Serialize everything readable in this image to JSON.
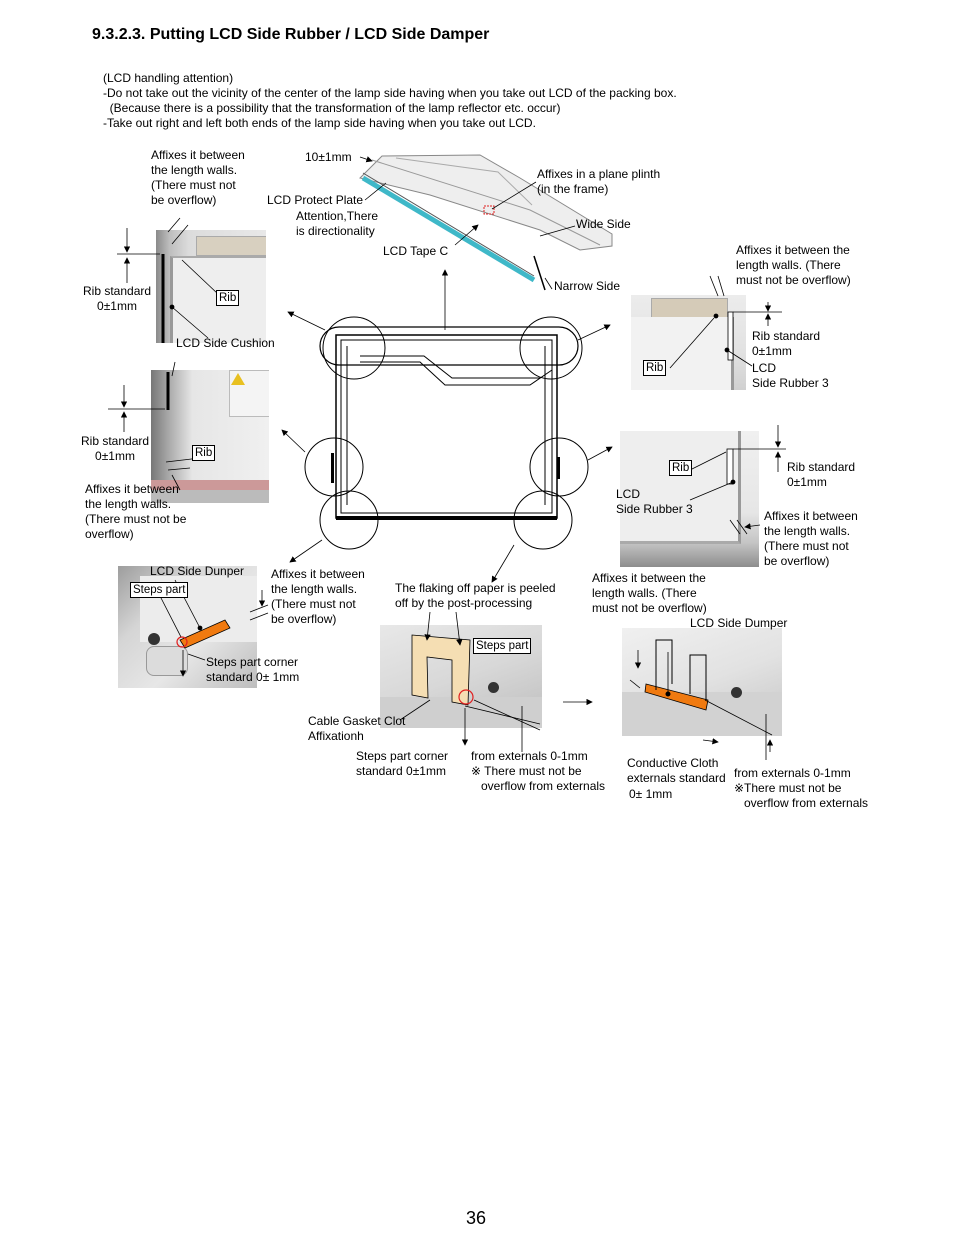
{
  "heading": "9.3.2.3. Putting LCD Side Rubber / LCD Side Damper",
  "notes": [
    "(LCD handling attention)",
    "-Do not take out the vicinity of the center of the lamp side having when you take out LCD of the packing box.",
    "  (Because there is a possibility that the transformation of the lamp reflector etc. occur)",
    "-Take out right and left both ends of the lamp side having when you take out LCD."
  ],
  "labels": {
    "tl_affixes": "Affixes it between\nthe length walls.\n(There must not\nbe overflow)",
    "tl_rib_std": "Rib standard\n0±1mm",
    "tl_rib": "Rib",
    "tl_cushion": "LCD Side Cushion",
    "top_10mm": "10±1mm",
    "top_protect": "LCD Protect Plate",
    "top_attention": "Attention,There\nis directionality",
    "top_tape": "LCD Tape C",
    "top_plane": "Affixes in a plane plinth\n(in the frame)",
    "top_wide": "Wide Side",
    "top_narrow": "Narrow Side",
    "tr_affixes": "Affixes it between the\nlength walls. (There\nmust not be overflow)",
    "tr_rib_std": "Rib standard\n0±1mm",
    "tr_rib": "Rib",
    "tr_rubber": "LCD\nSide Rubber 3",
    "ml_rib_std": "Rib standard\n0±1mm",
    "ml_rib": "Rib",
    "ml_affixes": "Affixes it between\nthe length walls.\n(There must not be\noverflow)",
    "mr_rib": "Rib",
    "mr_rib_std": "Rib standard\n0±1mm",
    "mr_rubber": "LCD\nSide Rubber 3",
    "mr_affixes": "Affixes it between\nthe length walls.\n(There must not\nbe overflow)",
    "bl_dunper": "LCD Side Dunper",
    "bl_steps": "Steps part",
    "bl_affixes": "Affixes it between\nthe length walls.\n(There must not\nbe overflow)",
    "bl_corner": "Steps part corner\nstandard 0± 1mm",
    "bc_flaking": "The flaking off paper is peeled\noff by the post-processing",
    "bc_steps": "Steps part",
    "bc_gasket": "Cable Gasket Clot\nAffixationh",
    "bc_corner": "Steps part corner\nstandard 0±1mm",
    "bc_externals": "from externals 0-1mm\n※ There must not be\n   overflow from externals",
    "br_affixes": "Affixes it between the\nlength walls. (There\nmust not be overflow)",
    "br_dumper": "LCD Side Dumper",
    "br_cloth": "Conductive Cloth\nexternals standard",
    "br_cloth_std": "0± 1mm",
    "br_externals": "from externals 0-1mm\n※There must not be\n   overflow from externals"
  },
  "page_number": "36",
  "colors": {
    "tape": "#3fb8c8",
    "damper": "#f07a10",
    "marker": "#e02020"
  }
}
